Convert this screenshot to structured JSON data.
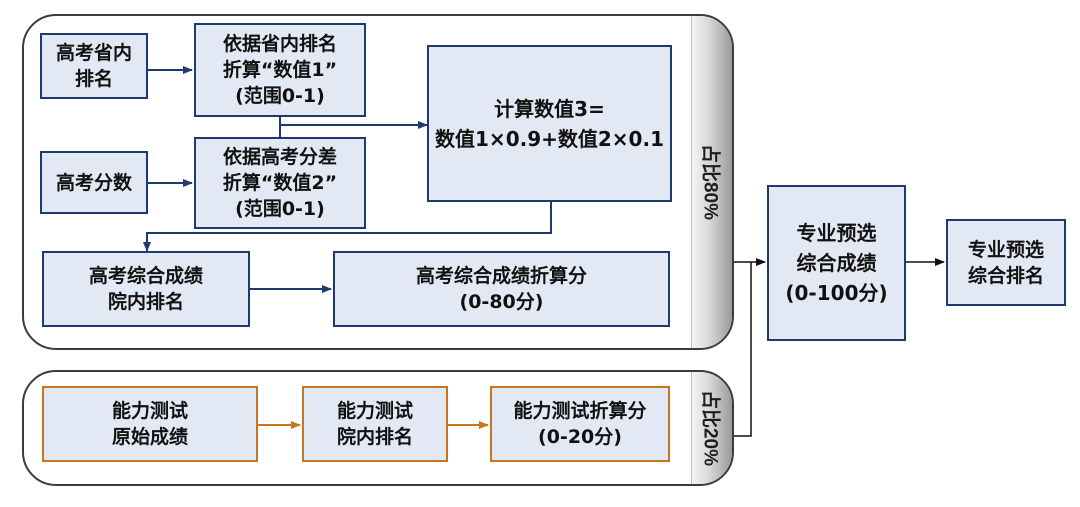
{
  "groups": {
    "top_share_label": "占比80%",
    "bottom_share_label": "占比20%"
  },
  "nodes": {
    "gaokao_rank": "高考省内\n排名",
    "calc_value1": "依据省内排名\n折算“数值1”\n(范围0-1)",
    "gaokao_score": "高考分数",
    "calc_value2": "依据高考分差\n折算“数值2”\n(范围0-1)",
    "calc_value3": "计算数值3=\n数值1×0.9+数值2×0.1",
    "composite_rank": "高考综合成绩\n院内排名",
    "composite_score": "高考综合成绩折算分\n(0-80分)",
    "ability_raw": "能力测试\n原始成绩",
    "ability_rank": "能力测试\n院内排名",
    "ability_score": "能力测试折算分\n(0-20分)",
    "preselect_score": "专业预选\n综合成绩\n(0-100分)",
    "preselect_rank": "专业预选\n综合排名"
  },
  "colors": {
    "blue_border": "#1f3a6e",
    "box_fill": "#e3e9f4",
    "orange_border": "#c87522"
  }
}
